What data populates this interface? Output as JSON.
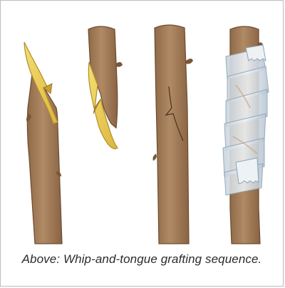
{
  "figure": {
    "caption_lead": "Above",
    "caption_separator": ": ",
    "caption_text": "Whip-and-tongue grafting sequence."
  },
  "colors": {
    "bark": "#a57e5a",
    "bark_dark": "#7a5636",
    "bark_light": "#c8a47e",
    "cut_wood": "#ecd25a",
    "cut_wood_edge": "#c9a12f",
    "tape": "#d6dde4",
    "tape_shadow": "#9fb0bf",
    "outline": "#6d4b2f"
  },
  "stages": [
    {
      "name": "stage-1-stock-cut"
    },
    {
      "name": "stage-2-scion-cut"
    },
    {
      "name": "stage-3-joined"
    },
    {
      "name": "stage-4-wrapped"
    }
  ]
}
